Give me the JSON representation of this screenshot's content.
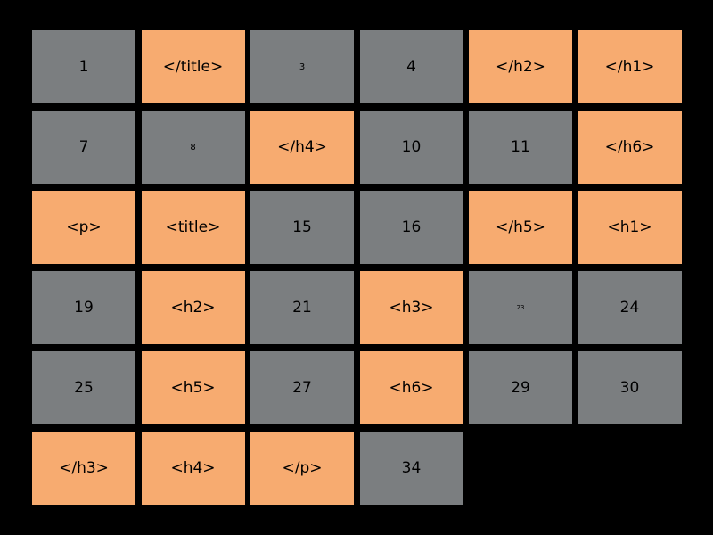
{
  "colors": {
    "background": "#000000",
    "hidden_tile": "#7b7e80",
    "revealed_tile": "#f7ab70",
    "text": "#000000"
  },
  "board": {
    "tiles": [
      {
        "label": "1",
        "state": "hidden"
      },
      {
        "label": "</title>",
        "state": "revealed"
      },
      {
        "label": "3",
        "state": "hidden"
      },
      {
        "label": "4",
        "state": "hidden"
      },
      {
        "label": "</h2>",
        "state": "revealed"
      },
      {
        "label": "</h1>",
        "state": "revealed"
      },
      {
        "label": "7",
        "state": "hidden"
      },
      {
        "label": "8",
        "state": "hidden"
      },
      {
        "label": "</h4>",
        "state": "revealed"
      },
      {
        "label": "10",
        "state": "hidden"
      },
      {
        "label": "11",
        "state": "hidden"
      },
      {
        "label": "</h6>",
        "state": "revealed"
      },
      {
        "label": "<p>",
        "state": "revealed"
      },
      {
        "label": "<title>",
        "state": "revealed"
      },
      {
        "label": "15",
        "state": "hidden"
      },
      {
        "label": "16",
        "state": "hidden"
      },
      {
        "label": "</h5>",
        "state": "revealed"
      },
      {
        "label": "<h1>",
        "state": "revealed"
      },
      {
        "label": "19",
        "state": "hidden"
      },
      {
        "label": "<h2>",
        "state": "revealed"
      },
      {
        "label": "21",
        "state": "hidden"
      },
      {
        "label": "<h3>",
        "state": "revealed"
      },
      {
        "label": "23",
        "state": "hidden"
      },
      {
        "label": "24",
        "state": "hidden"
      },
      {
        "label": "25",
        "state": "hidden"
      },
      {
        "label": "<h5>",
        "state": "revealed"
      },
      {
        "label": "27",
        "state": "hidden"
      },
      {
        "label": "<h6>",
        "state": "revealed"
      },
      {
        "label": "29",
        "state": "hidden"
      },
      {
        "label": "30",
        "state": "hidden"
      },
      {
        "label": "</h3>",
        "state": "revealed"
      },
      {
        "label": "<h4>",
        "state": "revealed"
      },
      {
        "label": "</p>",
        "state": "revealed"
      },
      {
        "label": "34",
        "state": "hidden"
      }
    ]
  }
}
